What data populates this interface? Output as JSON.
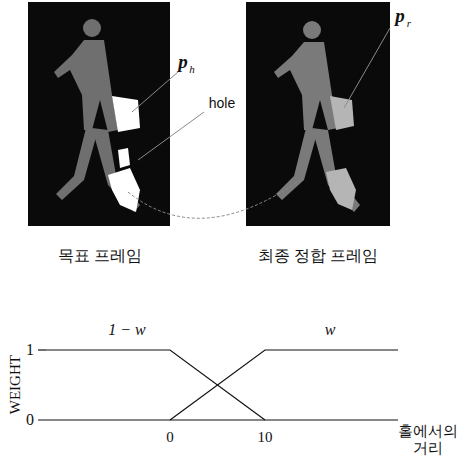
{
  "diagram": {
    "labels": [
      "p",
      "h",
      "hole",
      "p",
      "r",
      "목표 프레임",
      "최종 정합 프레임",
      "1 − w",
      "w",
      "WEIGHT",
      "1",
      "0",
      "0",
      "10",
      "홀에서의 거리"
    ]
  }
}
